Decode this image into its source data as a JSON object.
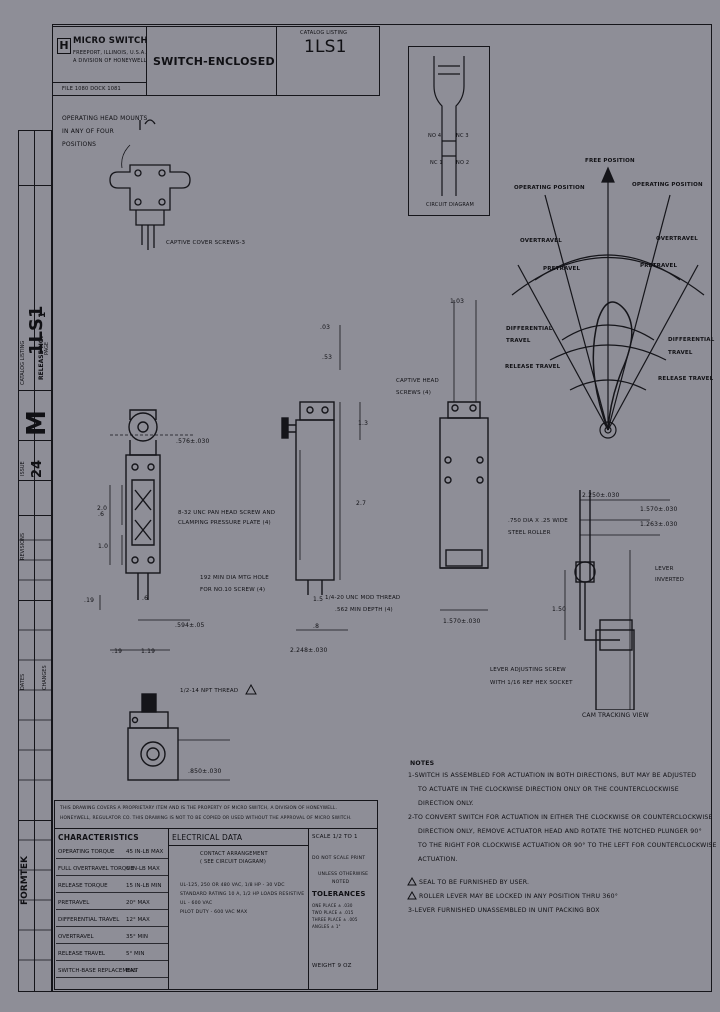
{
  "title_block": {
    "logo_letter": "H",
    "company": "MICRO SWITCH",
    "company_sub1": "FREEPORT, ILLINOIS, U.S.A.",
    "company_sub2": "A DIVISION OF HONEYWELL",
    "file_ref": "FILE 1080 DOCK 1081",
    "product": "SWITCH-ENCLOSED",
    "catalog_label": "CATALOG LISTING",
    "catalog_listing": "1LS1"
  },
  "side_strip": {
    "catalog_label": "CATALOG LISTING",
    "catalog": "1LS1",
    "page_label": "PAGE",
    "page": "1",
    "release_label": "RELEASE NO.",
    "issue_label": "ISSUE",
    "issue": "24",
    "issue_letter": "M",
    "revisions_label": "REVISIONS",
    "formtek": "FORMTEK",
    "dates_label": "DATES",
    "changes_label": "CHANGES"
  },
  "views": {
    "top_left": {
      "label1": "OPERATING HEAD MOUNTS",
      "label2": "IN ANY OF FOUR",
      "label3": "POSITIONS",
      "captive_screws": "CAPTIVE COVER SCREWS-3"
    },
    "circuit": {
      "no4": "NO 4",
      "nc3": "NC 3",
      "nc1": "NC 1",
      "no2": "NO 2",
      "caption": "CIRCUIT DIAGRAM"
    },
    "positions": {
      "free": "FREE POSITION",
      "operating_l": "OPERATING POSITION",
      "operating_r": "OPERATING POSITION",
      "overtravel_l": "OVERTRAVEL",
      "overtravel_r": "OVERTRAVEL",
      "pretravel_l": "PRETRAVEL",
      "pretravel_r": "PRETRAVEL",
      "diff_l1": "DIFFERENTIAL",
      "diff_l2": "TRAVEL",
      "diff_r1": "DIFFERENTIAL",
      "diff_r2": "TRAVEL",
      "release_l": "RELEASE TRAVEL",
      "release_r": "RELEASE TRAVEL"
    },
    "front": {
      "dim_576": ".576±.030",
      "dim_20": "2.0",
      "dim_6": ".6",
      "dim_10": "1.0",
      "dim_19a": ".19",
      "dim_6b": ".6",
      "dim_594": ".594±.05",
      "dim_19b": ".19",
      "dim_119": "1.19",
      "note_head1": "8-32 UNC PAN HEAD SCREW AND",
      "note_head2": "CLAMPING PRESSURE PLATE (4)",
      "note_hole1": "192 MIN DIA MTG HOLE",
      "note_hole2": "FOR NO.10 SCREW (4)"
    },
    "side": {
      "dim_03": ".03",
      "dim_53": ".53",
      "dim_13": "1.3",
      "dim_27": "2.7",
      "dim_15": "1.5",
      "dim_8": ".8",
      "dim_2248": "2.248±.030",
      "note1": "1/4-20 UNC MOD THREAD",
      "note2": ".562 MIN DEPTH (4)"
    },
    "back": {
      "dim_103": "1.03",
      "captive1": "CAPTIVE HEAD",
      "captive2": "SCREWS (4)",
      "dim_1570": "1.570±.030"
    },
    "bottom_left": {
      "npt": "1/2-14 NPT THREAD",
      "dim_850": ".850±.030"
    },
    "cam": {
      "dim_2250": "2.250±.030",
      "dim_1570": "1.570±.030",
      "dim_1263": "1.263±.030",
      "roller1": ".750 DIA X .25 WIDE",
      "roller2": "STEEL ROLLER",
      "lever1": "LEVER",
      "lever2": "INVERTED",
      "dim_15": "1.50",
      "adj1": "LEVER ADJUSTING SCREW",
      "adj2": "WITH 1/16 REF HEX SOCKET",
      "caption": "CAM TRACKING VIEW"
    }
  },
  "notes": {
    "heading": "NOTES",
    "lines": [
      "1-SWITCH IS ASSEMBLED FOR ACTUATION IN BOTH DIRECTIONS, BUT MAY BE ADJUSTED",
      "TO ACTUATE IN THE CLOCKWISE DIRECTION ONLY OR THE COUNTERCLOCKWISE",
      "DIRECTION ONLY.",
      "2-TO CONVERT SWITCH FOR ACTUATION IN EITHER THE CLOCKWISE OR COUNTERCLOCKWISE",
      "DIRECTION ONLY, REMOVE ACTUATOR HEAD AND ROTATE THE NOTCHED PLUNGER 90°",
      "TO THE RIGHT FOR CLOCKWISE ACTUATION OR 90° TO THE LEFT FOR COUNTERCLOCKWISE",
      "ACTUATION.",
      "",
      "SEAL TO BE FURNISHED BY USER.",
      "ROLLER LEVER MAY BE LOCKED IN ANY POSITION THRU 360°",
      "3-LEVER FURNISHED UNASSEMBLED IN UNIT PACKING BOX"
    ]
  },
  "footer": {
    "disclaimer1": "THIS DRAWING COVERS A PROPRIETARY ITEM AND IS THE PROPERTY OF MICRO SWITCH, A DIVISION OF HONEYWELL.",
    "disclaimer2": "HONEYWELL, REGULATOR CO. THIS DRAWING IS NOT TO BE COPIED OR USED WITHOUT THE APPROVAL OF MICRO SWITCH.",
    "char_title": "CHARACTERISTICS",
    "characteristics": [
      {
        "label": "OPERATING TORQUE",
        "value": "45 IN-LB MAX"
      },
      {
        "label": "FULL OVERTRAVEL TORQUE",
        "value": "6 IN-LB MAX"
      },
      {
        "label": "RELEASE TORQUE",
        "value": "15 IN-LB MIN"
      },
      {
        "label": "PRETRAVEL",
        "value": "20° MAX"
      },
      {
        "label": "DIFFERENTIAL TRAVEL",
        "value": "12° MAX"
      },
      {
        "label": "OVERTRAVEL",
        "value": "35° MIN"
      },
      {
        "label": "RELEASE TRAVEL",
        "value": "5° MIN"
      },
      {
        "label": "SWITCH-BASE REPLACEMENT",
        "value": "BAS"
      }
    ],
    "elec_title": "ELECTRICAL DATA",
    "elec1": "CONTACT ARRANGEMENT",
    "elec2": "( SEE CIRCUIT DIAGRAM)",
    "elec3": "UL-125, 250 OR 480 VAC, 1/8 HP - 30 VDC",
    "elec4": "STANDARD RATING 10 A, 1/2 HP LOADS RESISTIVE",
    "elec5": "UL - 600 VAC",
    "elec6": "PILOT DUTY - 600 VAC MAX",
    "scale": "SCALE 1/2 TO 1",
    "no_scale": "DO NOT SCALE PRINT",
    "unless1": "UNLESS OTHERWISE",
    "unless2": "NOTED",
    "tolerances": "TOLERANCES",
    "tol_rows": [
      "ONE PLACE   ± .030",
      "TWO PLACE   ± .015",
      "THREE PLACE ± .005",
      "ANGLES      ± 1°"
    ],
    "weight": "WEIGHT   9 OZ"
  }
}
